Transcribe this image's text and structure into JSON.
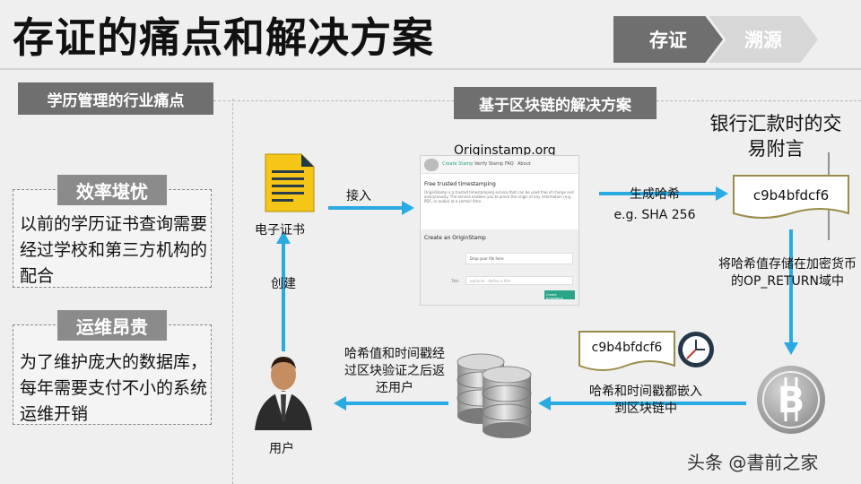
{
  "title": "存证的痛点和解决方案",
  "nav": {
    "step1": "存证",
    "step2": "溯源"
  },
  "left_section": {
    "header": "学历管理的行业痛点",
    "pain_points": [
      {
        "tag": "效率堪忧",
        "text": "以前的学历证书查询需要经过学校和第三方机构的配合"
      },
      {
        "tag": "运维昂贵",
        "text": "为了维护庞大的数据库，每年需要支付不小的系统运维开销"
      }
    ]
  },
  "right_section": {
    "header": "基于区块链的解决方案",
    "doc_label": "电子证书",
    "step_access": "接入",
    "site_name": "Originstamp.org",
    "step_hash_line1": "生成哈希",
    "step_hash_line2": "e.g. SHA 256",
    "bank_note": "银行汇款时的交易附言",
    "hash_value": "c9b4bfdcf6",
    "store_text": "将哈希值存储在加密货币的OP_RETURN域中",
    "embed_text": "哈希和时间戳都嵌入到区块链中",
    "hash_value_2": "c9b4bfdcf6",
    "verify_text": "哈希值和时间戳经过区块验证之后返还用户",
    "create_label": "创建",
    "user_label": "用户"
  },
  "originstamp_screen": {
    "nav_items": [
      "Create Stamp",
      "Verify Stamp",
      "FAQ",
      "About"
    ],
    "headline": "Free trusted timestamping",
    "description": "OriginStamp is a trusted timestamping service that can be used free of charge and anonymously. The service enables you to prove the origin of any information (e.g. PDF, or audio) at a certain time.",
    "create_title": "Create an OriginStamp",
    "drop_label": "Drop your file here",
    "title_field_label": "Title",
    "title_placeholder": "optional - define a title",
    "create_button": "Create timestamp"
  },
  "watermark": "头条 @書前之家",
  "colors": {
    "arrow": "#29abe2",
    "header_bg": "#6f6f6f",
    "tag_bg": "#8b8b8b",
    "paper_border": "#9a8b4a",
    "doc_yellow": "#f5c518",
    "bitcoin": "#9c9c9c"
  }
}
